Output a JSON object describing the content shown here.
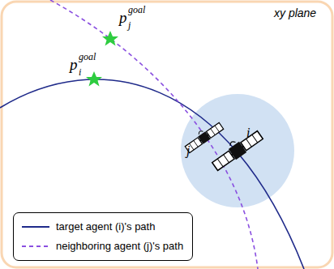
{
  "diagram": {
    "labels": [
      "xy plane",
      "p",
      "goal",
      "j",
      "p",
      "goal",
      "i",
      "j",
      "i"
    ],
    "legend": [
      {
        "text": "target agent (i)'s path"
      },
      {
        "text": "neighboring agent (j)'s path"
      }
    ]
  }
}
